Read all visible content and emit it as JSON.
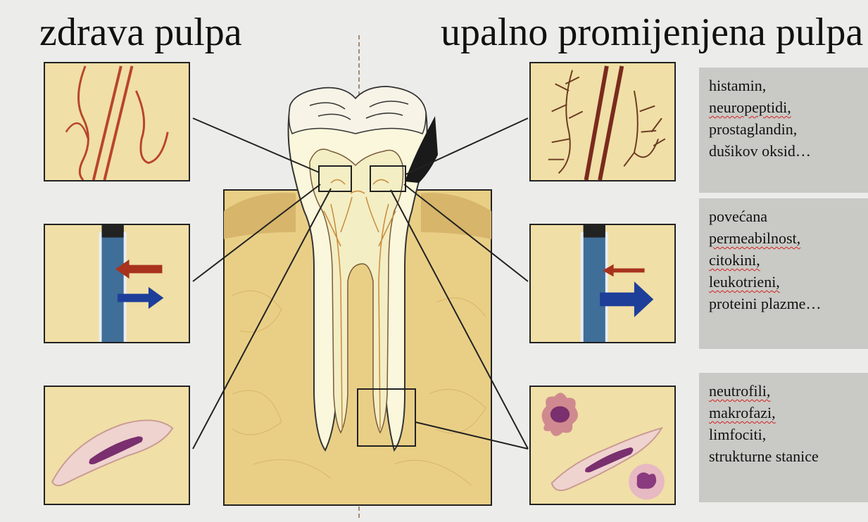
{
  "titles": {
    "left": "zdrava pulpa",
    "right": "upalno promijenjena pulpa"
  },
  "text_boxes": [
    {
      "lines": [
        {
          "text": "histamin,",
          "underline": false
        },
        {
          "text": "neuropeptidi,",
          "underline": true
        },
        {
          "text": "prostaglandin,",
          "underline": false
        },
        {
          "text": "dušikov oksid…",
          "underline": false
        }
      ]
    },
    {
      "lines": [
        {
          "text": "povećana",
          "underline": false
        },
        {
          "text": "permeabilnost,",
          "underline": true
        },
        {
          "text": "citokini,",
          "underline": true
        },
        {
          "text": "leukotrieni,",
          "underline": true
        },
        {
          "text": "proteini plazme…",
          "underline": false
        }
      ]
    },
    {
      "lines": [
        {
          "text": "neutrofili,",
          "underline": true
        },
        {
          "text": "makrofazi,",
          "underline": true
        },
        {
          "text": "limfociti,",
          "underline": false
        },
        {
          "text": "strukturne stanice",
          "underline": false
        }
      ]
    }
  ],
  "colors": {
    "background": "#ececea",
    "panel_fill": "#f0dfa6",
    "gum": "#e9cf86",
    "pulp": "#f3eec4",
    "dentin": "#fbf7dc",
    "vessel": "#b8452a",
    "arrow_red": "#a8321e",
    "arrow_blue": "#1d3f9a",
    "cell_body": "#efd3cf",
    "nucleus": "#7a2f6e"
  }
}
